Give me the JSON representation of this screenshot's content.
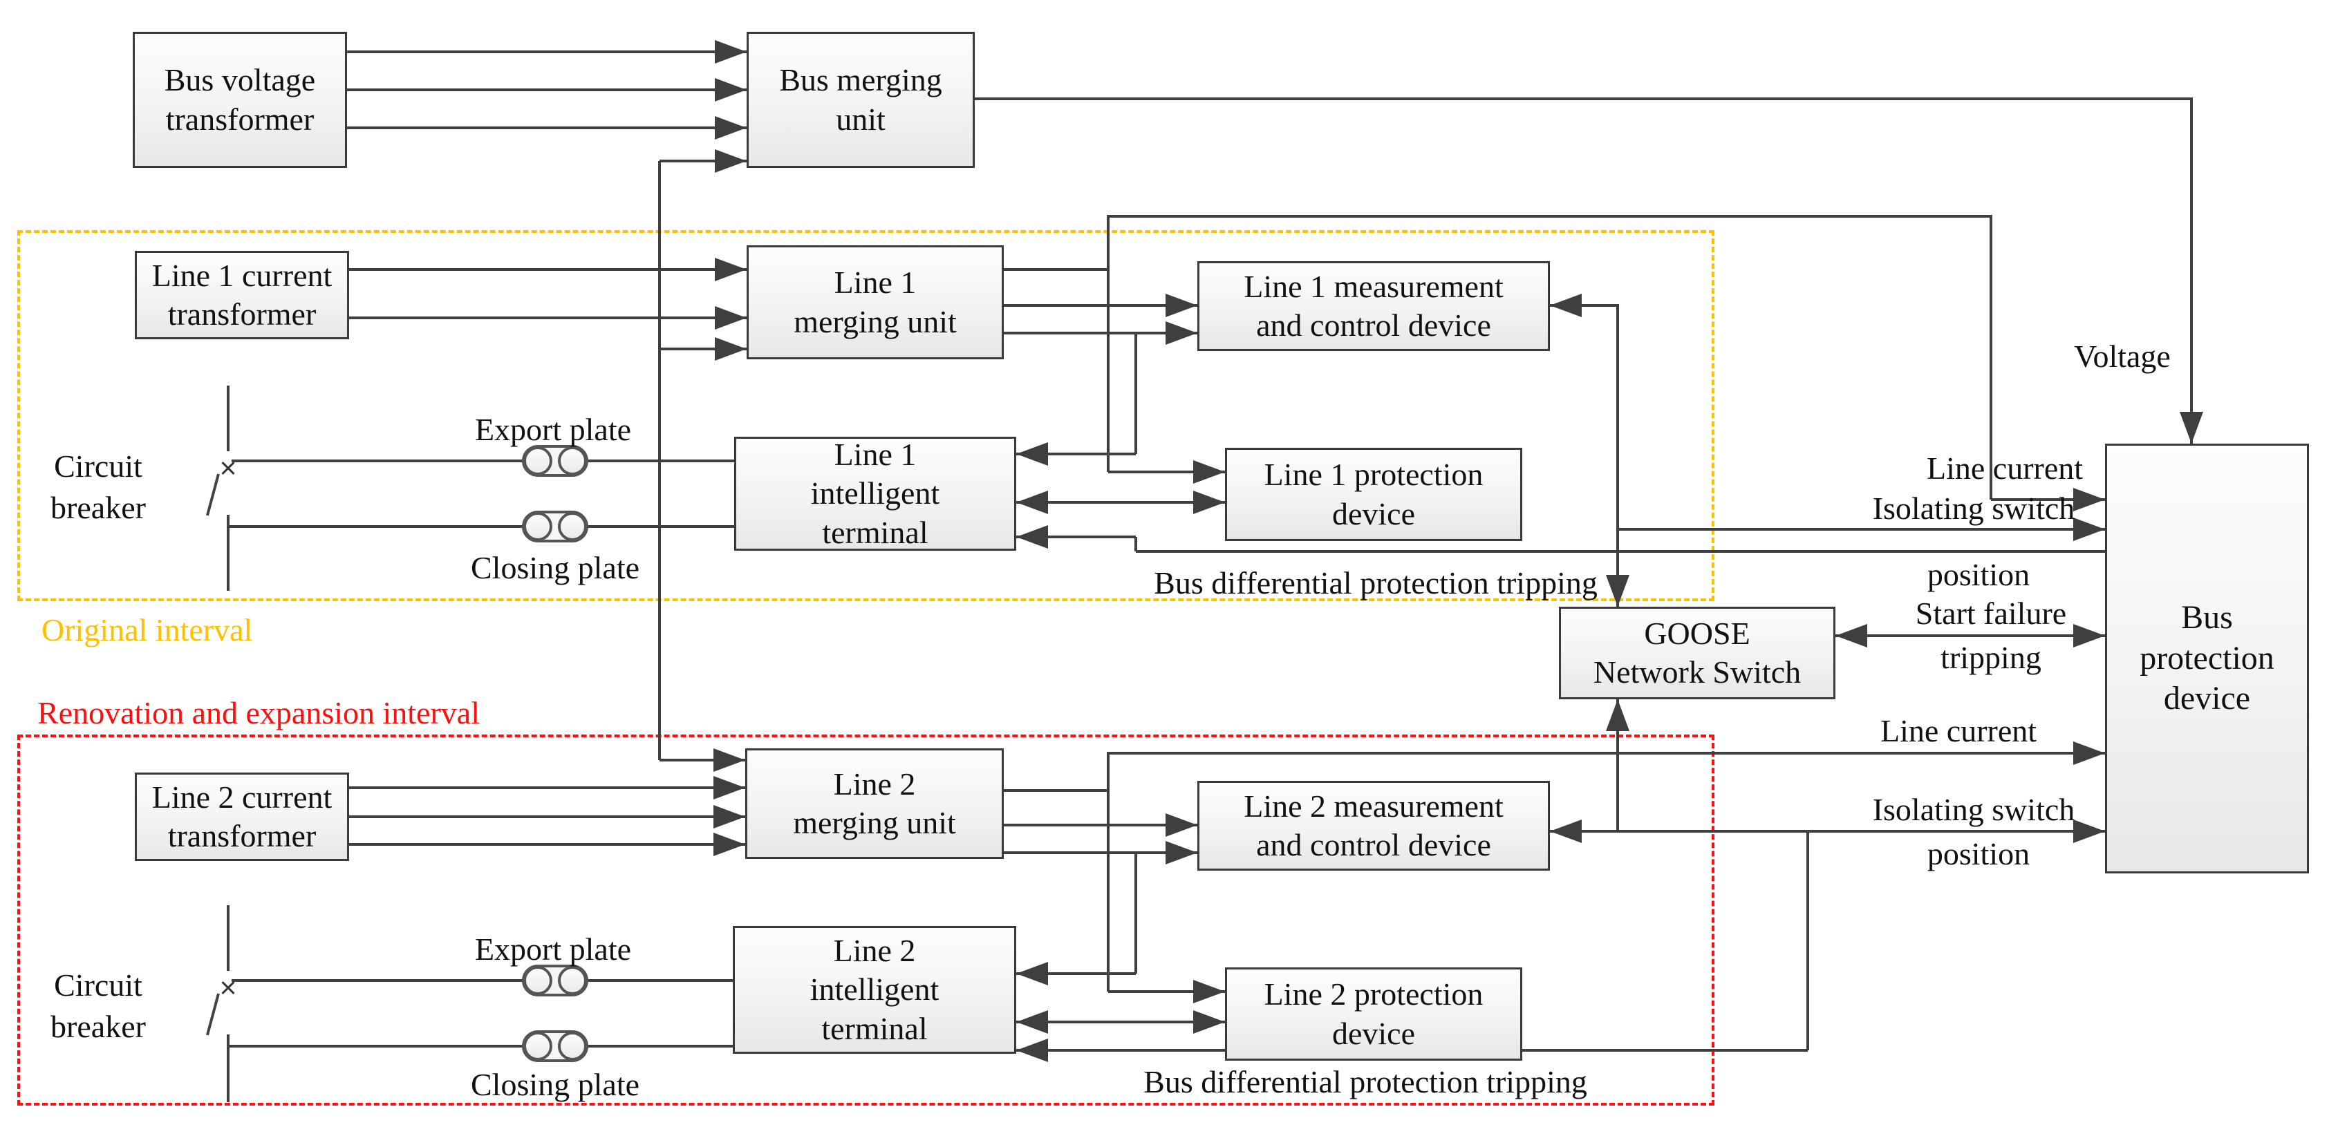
{
  "colors": {
    "wire": "#3f3f3f",
    "box_border": "#3a3a3a",
    "interval_original": "#FFC000",
    "interval_renovation": "#FF0E0E"
  },
  "boxes": {
    "bus_voltage_transformer": "Bus voltage\ntransformer",
    "bus_merging_unit": "Bus merging\nunit",
    "line1_current_transformer": "Line 1 current\ntransformer",
    "line1_merging_unit": "Line 1\nmerging unit",
    "line1_measurement_control": "Line 1 measurement\nand control device",
    "line1_intelligent_terminal": "Line 1\nintelligent\nterminal",
    "line1_protection_device": "Line 1 protection\ndevice",
    "goose_network_switch": "GOOSE\nNetwork Switch",
    "bus_protection_device": "Bus\nprotection\ndevice",
    "line2_current_transformer": "Line 2 current\ntransformer",
    "line2_merging_unit": "Line 2\nmerging unit",
    "line2_measurement_control": "Line 2 measurement\nand control device",
    "line2_intelligent_terminal": "Line 2\nintelligent\nterminal",
    "line2_protection_device": "Line 2 protection\ndevice"
  },
  "labels": {
    "original_interval": "Original interval",
    "renovation_interval": "Renovation and expansion interval",
    "circuit_breaker_1": "Circuit\nbreaker",
    "circuit_breaker_2": "Circuit\nbreaker",
    "export_plate_1": "Export plate",
    "closing_plate_1": "Closing plate",
    "export_plate_2": "Export plate",
    "closing_plate_2": "Closing plate",
    "voltage": "Voltage",
    "line_current_1": "Line current",
    "line_current_2": "Line current",
    "isolating_switch_1a": "Isolating switch",
    "isolating_switch_1b": "position",
    "isolating_switch_2a": "Isolating switch",
    "isolating_switch_2b": "position",
    "start_failure_a": "Start failure",
    "start_failure_b": "tripping",
    "bus_diff_trip_1": "Bus differential protection tripping",
    "bus_diff_trip_2": "Bus differential protection tripping"
  }
}
